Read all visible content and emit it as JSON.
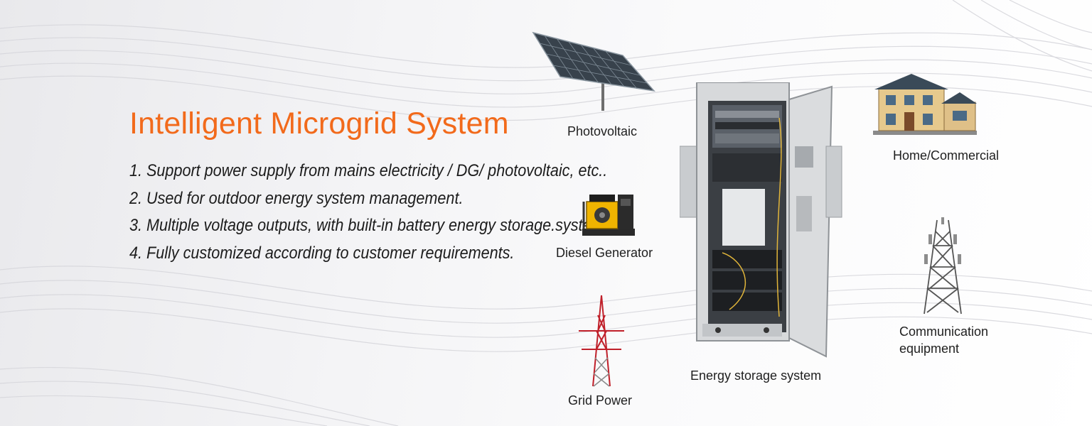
{
  "banner": {
    "title": "Intelligent Microgrid System",
    "features": [
      "1. Support power supply from mains electricity / DG/ photovoltaic, etc..",
      "2. Used for outdoor energy system management.",
      "3. Multiple voltage outputs, with built-in battery energy storage.system",
      "4. Fully customized according to customer requirements."
    ],
    "colors": {
      "title": "#f26a1b",
      "text": "#1c1c1c",
      "background": "#f3f3f5"
    }
  },
  "diagram": {
    "sources": {
      "photovoltaic": {
        "label": "Photovoltaic",
        "icon": "solar-panel-icon"
      },
      "diesel": {
        "label": "Diesel Generator",
        "icon": "diesel-generator-icon"
      },
      "grid": {
        "label": "Grid Power",
        "icon": "transmission-tower-icon"
      }
    },
    "storage": {
      "label": "Energy storage system",
      "icon": "energy-storage-cabinet-icon"
    },
    "loads": {
      "home": {
        "label": "Home/Commercial",
        "icon": "house-icon"
      },
      "telecom": {
        "label_line1": "Communication",
        "label_line2": "equipment",
        "icon": "telecom-tower-icon"
      }
    }
  }
}
